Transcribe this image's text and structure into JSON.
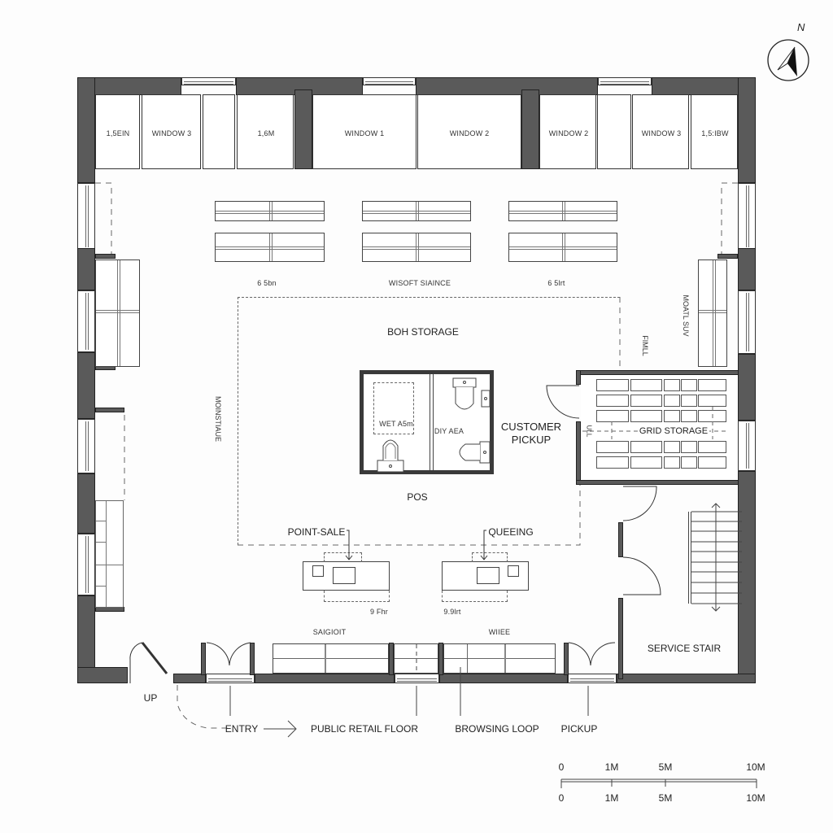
{
  "compass": {
    "north_label": "N"
  },
  "windows_top": [
    {
      "label": "1,5EIN"
    },
    {
      "label": "WINDOW 3"
    },
    {
      "label": "1,6M"
    },
    {
      "label": "WINDOW 1"
    },
    {
      "label": "WINDOW 2"
    },
    {
      "label": "WINDOW 2"
    },
    {
      "label": "WINDOW 3"
    },
    {
      "label": "1,5:IBW"
    }
  ],
  "dimension_labels": {
    "left_shelves": "6 5bn",
    "center_shelves": "WISOFT SIAINCE",
    "right_shelves": "6 5lrt",
    "left_vertical": "MOINSTIAUE",
    "right_vertical_a": "FIMLL",
    "right_vertical_b": "MOATL SUV",
    "grid_dim": "ULL",
    "counter_left_dim": "9 Fhr",
    "counter_right_dim": "9.9lrt",
    "wet_area": "WET A5m",
    "bottom_left_shelves": "SAIGIOIT",
    "bottom_right_shelves": "WIIEE"
  },
  "rooms": {
    "boh_storage": "BOH STORAGE",
    "dry_area": "DIY AEA",
    "customer_pickup_line1": "CUSTOMER",
    "customer_pickup_line2": "PICKUP",
    "grid_storage": "GRID STORAGE",
    "pos": "POS",
    "point_sale": "POINT-SALE",
    "queueing": "QUEEING",
    "service_stair": "SERVICE STAIR"
  },
  "callouts": {
    "up": "UP",
    "entry": "ENTRY",
    "public_retail_floor": "PUBLIC RETAIL FLOOR",
    "browsing_loop": "BROWSING LOOP",
    "pickup": "PICKUP"
  },
  "scale_bar": {
    "top_ticks": [
      "0",
      "1M",
      "5M",
      "10M"
    ],
    "bottom_ticks": [
      "0",
      "1M",
      "5M",
      "10M"
    ]
  },
  "colors": {
    "wall_fill": "#5a5a5a",
    "line": "#333333",
    "background": "#fdfdfd"
  }
}
